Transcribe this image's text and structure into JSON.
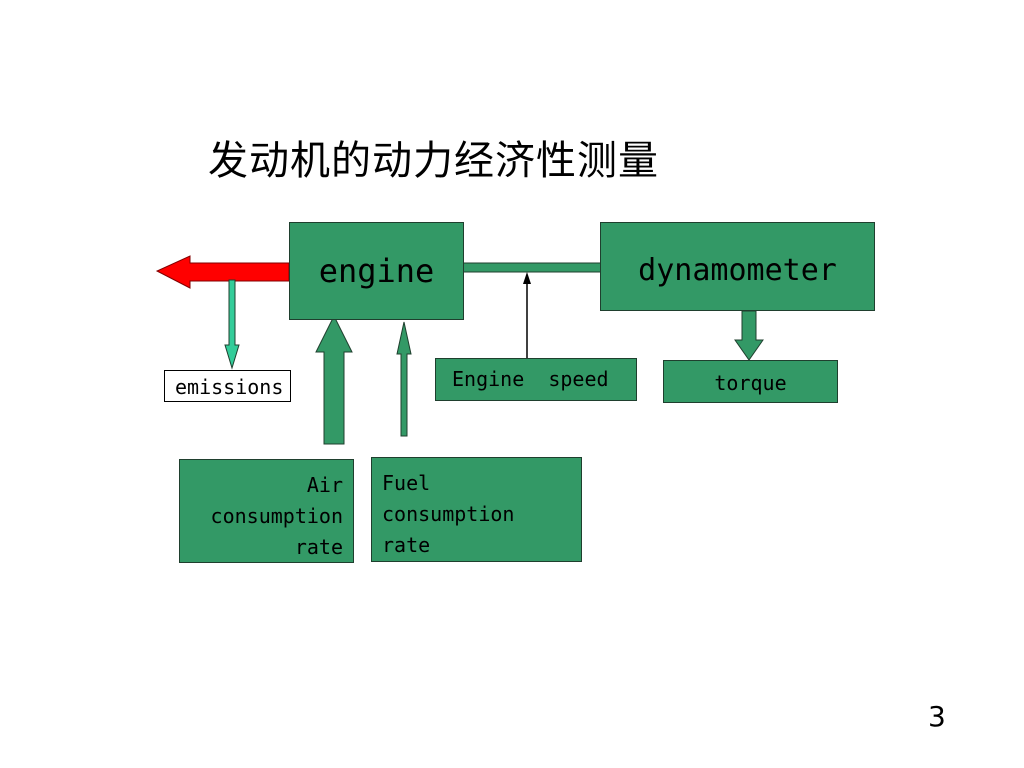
{
  "slide": {
    "title": "发动机的动力经济性测量",
    "page_number": "3"
  },
  "boxes": {
    "engine": "engine",
    "dynamometer": "dynamometer",
    "engine_speed": "Engine  speed",
    "torque": "torque",
    "emissions": "emissions",
    "air": [
      "Air",
      "consumption",
      "rate"
    ],
    "fuel": [
      "Fuel",
      "consumption",
      "rate"
    ]
  },
  "colors": {
    "box_fill": "#339966",
    "exhaust_arrow": "#ff0000",
    "emission_arrow": "#33cc99"
  }
}
